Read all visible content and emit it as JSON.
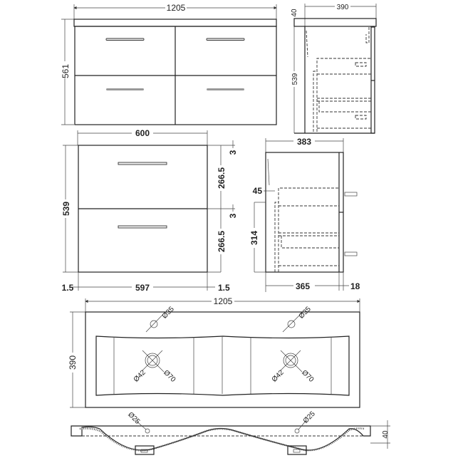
{
  "front_view": {
    "width": "1205",
    "height": "561"
  },
  "side_view": {
    "depth": "390",
    "top_thickness": "40",
    "height": "539"
  },
  "drawer_front": {
    "width": "600",
    "height": "539",
    "gap_top": "3",
    "gap_middle": "3",
    "drawer_top": "266.5",
    "drawer_bottom": "266.5",
    "left_offset": "1.5",
    "inner_width": "597",
    "right_offset": "1.5"
  },
  "drawer_side": {
    "depth": "383",
    "offset": "45",
    "lower_height": "314",
    "carcass_depth": "365",
    "front_thickness": "18"
  },
  "basin_plan": {
    "width": "1205",
    "depth": "390",
    "tap_hole_left": "Ø35",
    "tap_hole_right": "Ø35",
    "waste_inner_left": "Ø42",
    "waste_outer_left": "Ø70",
    "waste_inner_right": "Ø42",
    "waste_outer_right": "Ø70"
  },
  "basin_section": {
    "overflow_left": "Ø25",
    "overflow_right": "Ø25",
    "thickness": "40"
  }
}
